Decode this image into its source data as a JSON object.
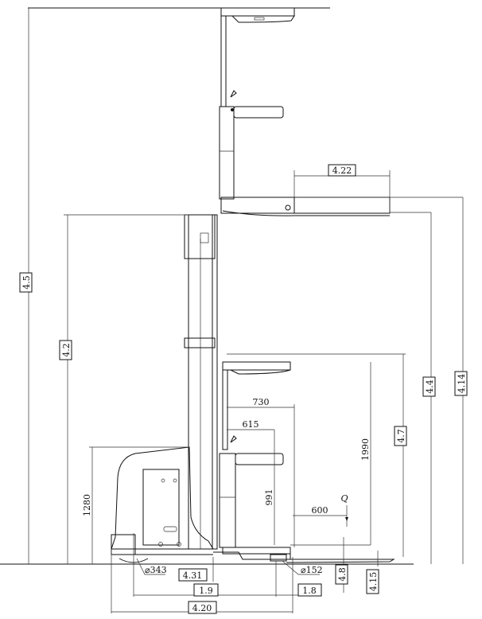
{
  "drawing": {
    "title": "Order picker side elevation",
    "dimensions": {
      "overall_height_raised": "4.5",
      "mast_height_lowered": "4.2",
      "fork_length_raised": "4.22",
      "lift_height_platform": "4.4",
      "lift_height_forks": "4.14",
      "guard_height_lowered": "4.7",
      "fork_height_lowered": "4.8",
      "fork_ground_clearance": "4.15",
      "overhead_guard_length": "730",
      "handrail_length": "615",
      "handrail_height": "991",
      "load_center": "600",
      "load_symbol": "Q",
      "platform_guard_height": "1990",
      "body_height": "1280",
      "drive_wheel": "⌀343",
      "load_wheel": "⌀152",
      "front_to_mast": "4.31",
      "wheelbase": "1.9",
      "load_wheel_overhang": "1.8",
      "overall_length": "4.20"
    }
  }
}
